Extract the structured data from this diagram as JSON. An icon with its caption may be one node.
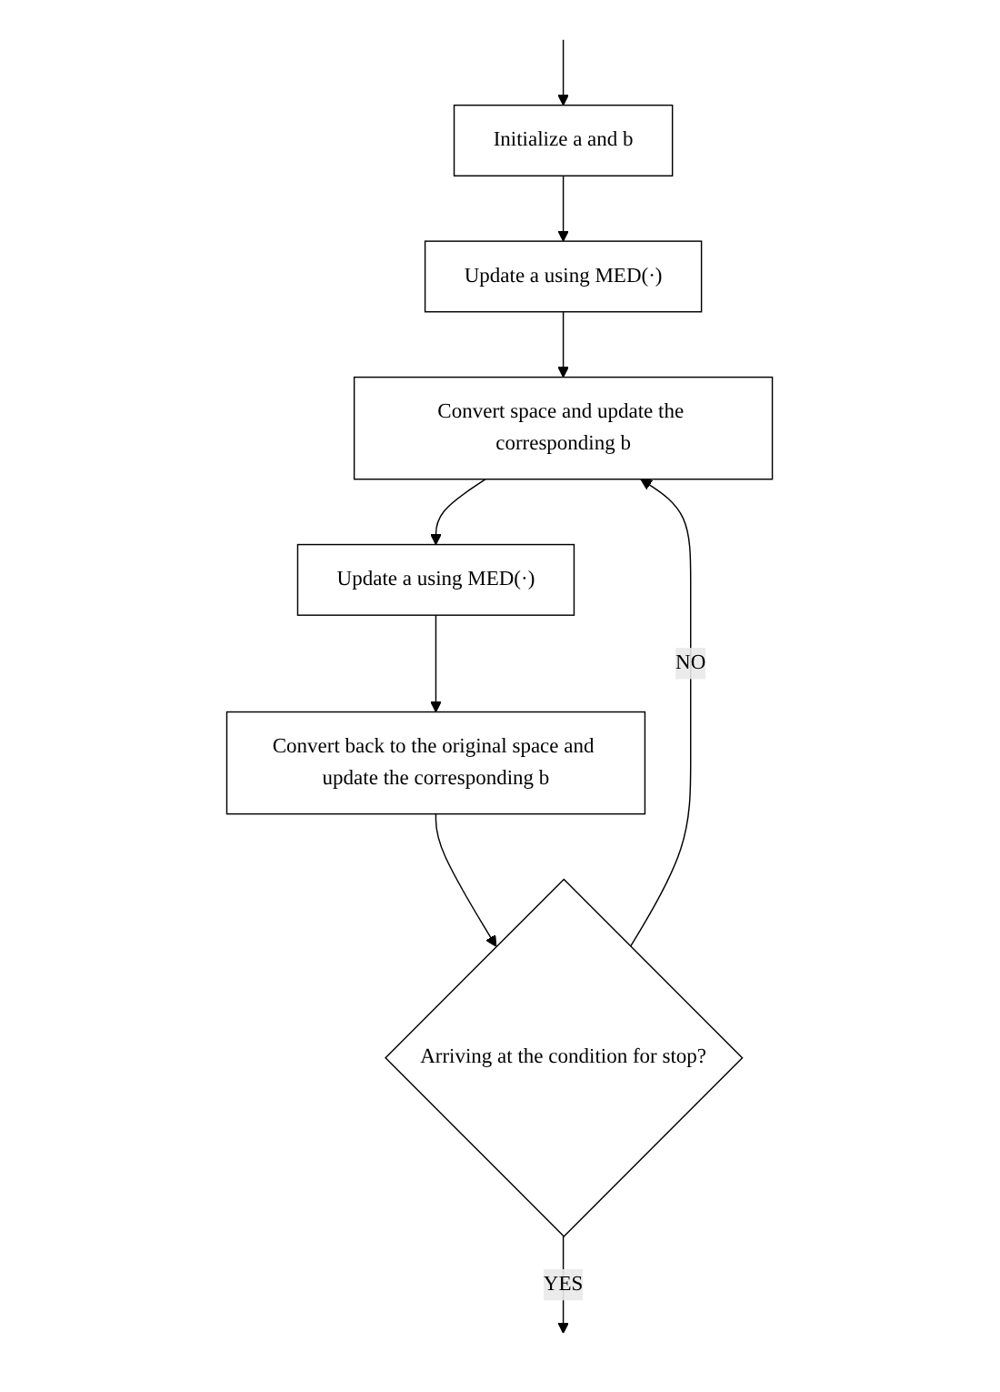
{
  "diagram": {
    "nodes": [
      {
        "text": [
          "Initialize a and b"
        ]
      },
      {
        "text": [
          "Update a using MED(·)"
        ]
      },
      {
        "text": [
          "Convert space and update the corresponding b"
        ]
      },
      {
        "text": [
          "Update a using MED(·)"
        ]
      },
      {
        "text": [
          "Convert back to the original space and update the corresponding b"
        ]
      },
      {
        "text": [
          "Arriving at the condition for stop?"
        ]
      }
    ],
    "edges": [
      {
        "from": null,
        "to": 0,
        "arrow": "to"
      },
      {
        "from": 0,
        "to": 1,
        "arrow": "to"
      },
      {
        "from": 1,
        "to": 2,
        "arrow": "to"
      },
      {
        "from": 2,
        "to": 3,
        "arrow": "to"
      },
      {
        "from": 3,
        "to": 4,
        "arrow": "to"
      },
      {
        "from": 4,
        "to": 5,
        "arrow": "to"
      },
      {
        "from": 5,
        "to": 2,
        "arrow": "to",
        "label": "NO"
      },
      {
        "from": 5,
        "to": null,
        "arrow": "to",
        "label": "YES"
      }
    ]
  }
}
